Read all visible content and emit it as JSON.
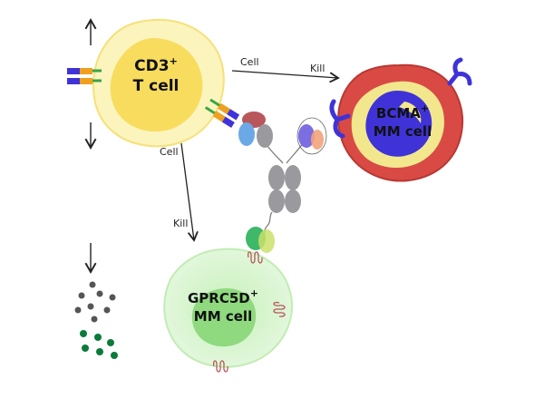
{
  "tcell": {
    "line1": "CD3",
    "sup": "+",
    "line2": "T cell"
  },
  "bcma": {
    "line1": "BCMA",
    "sup": "+",
    "line2": "MM cell"
  },
  "gprc": {
    "line1": "GPRC5D",
    "sup": "+",
    "line2": "MM cell"
  },
  "arrow_right": {
    "from": "Cell",
    "to": "Kill"
  },
  "arrow_down": {
    "from": "Cell",
    "to": "Kill"
  },
  "colors": {
    "tcell_outer": "#fbf2b0",
    "tcell_inner": "#f7d85a",
    "bcma_outer": "#d94a45",
    "bcma_mid": "#f3e78e",
    "bcma_nucleus": "#3f33d8",
    "gprc_outer": "#d6f4cc",
    "gprc_inner": "#9be08b",
    "receptor_blue": "#3f33d8",
    "receptor_red": "#b8575b",
    "particle_grey": "#555555",
    "particle_green": "#0b7a3a"
  }
}
